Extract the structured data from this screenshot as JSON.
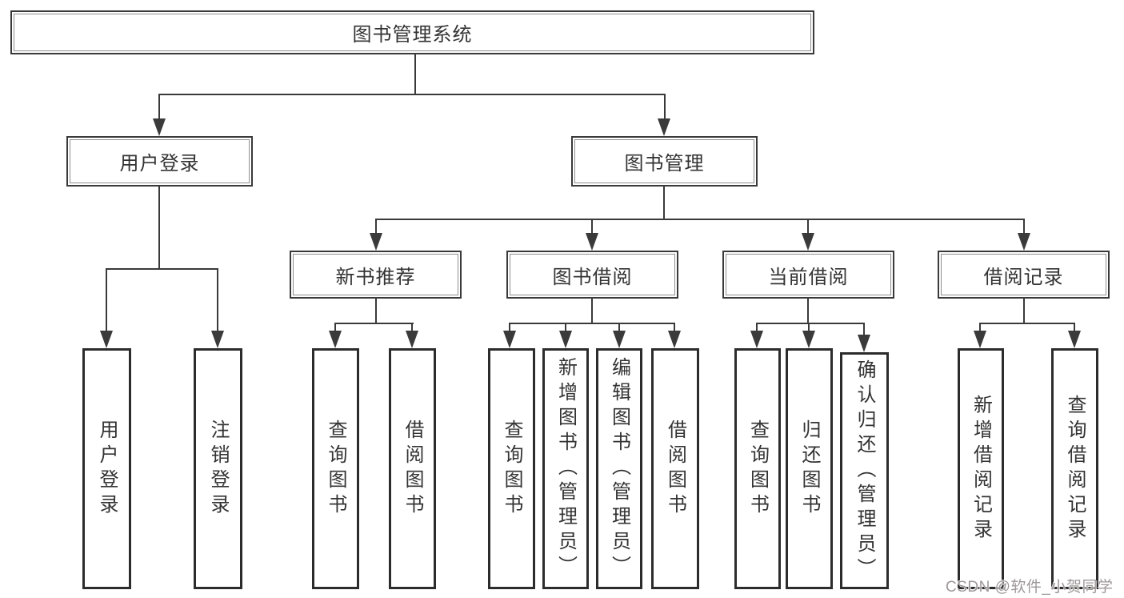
{
  "colors": {
    "line": "#3a3a3a",
    "ink": "#333333",
    "watermark": "#9e9798",
    "background": "#ffffff"
  },
  "tree": {
    "root": "图书管理系统",
    "branches": [
      {
        "label": "用户登录",
        "leaves": [
          "用户登录",
          "注销登录"
        ]
      },
      {
        "label": "图书管理",
        "sections": [
          {
            "label": "新书推荐",
            "leaves": [
              "查询图书",
              "借阅图书"
            ]
          },
          {
            "label": "图书借阅",
            "leaves": [
              "查询图书",
              "新增图书（管理员）",
              "编辑图书（管理员）",
              "借阅图书"
            ]
          },
          {
            "label": "当前借阅",
            "leaves": [
              "查询图书",
              "归还图书",
              "确认归还（管理员）"
            ]
          },
          {
            "label": "借阅记录",
            "leaves": [
              "新增借阅记录",
              "查询借阅记录"
            ]
          }
        ]
      }
    ]
  },
  "watermark": {
    "text": "CSDN @软件_小贺同学"
  }
}
